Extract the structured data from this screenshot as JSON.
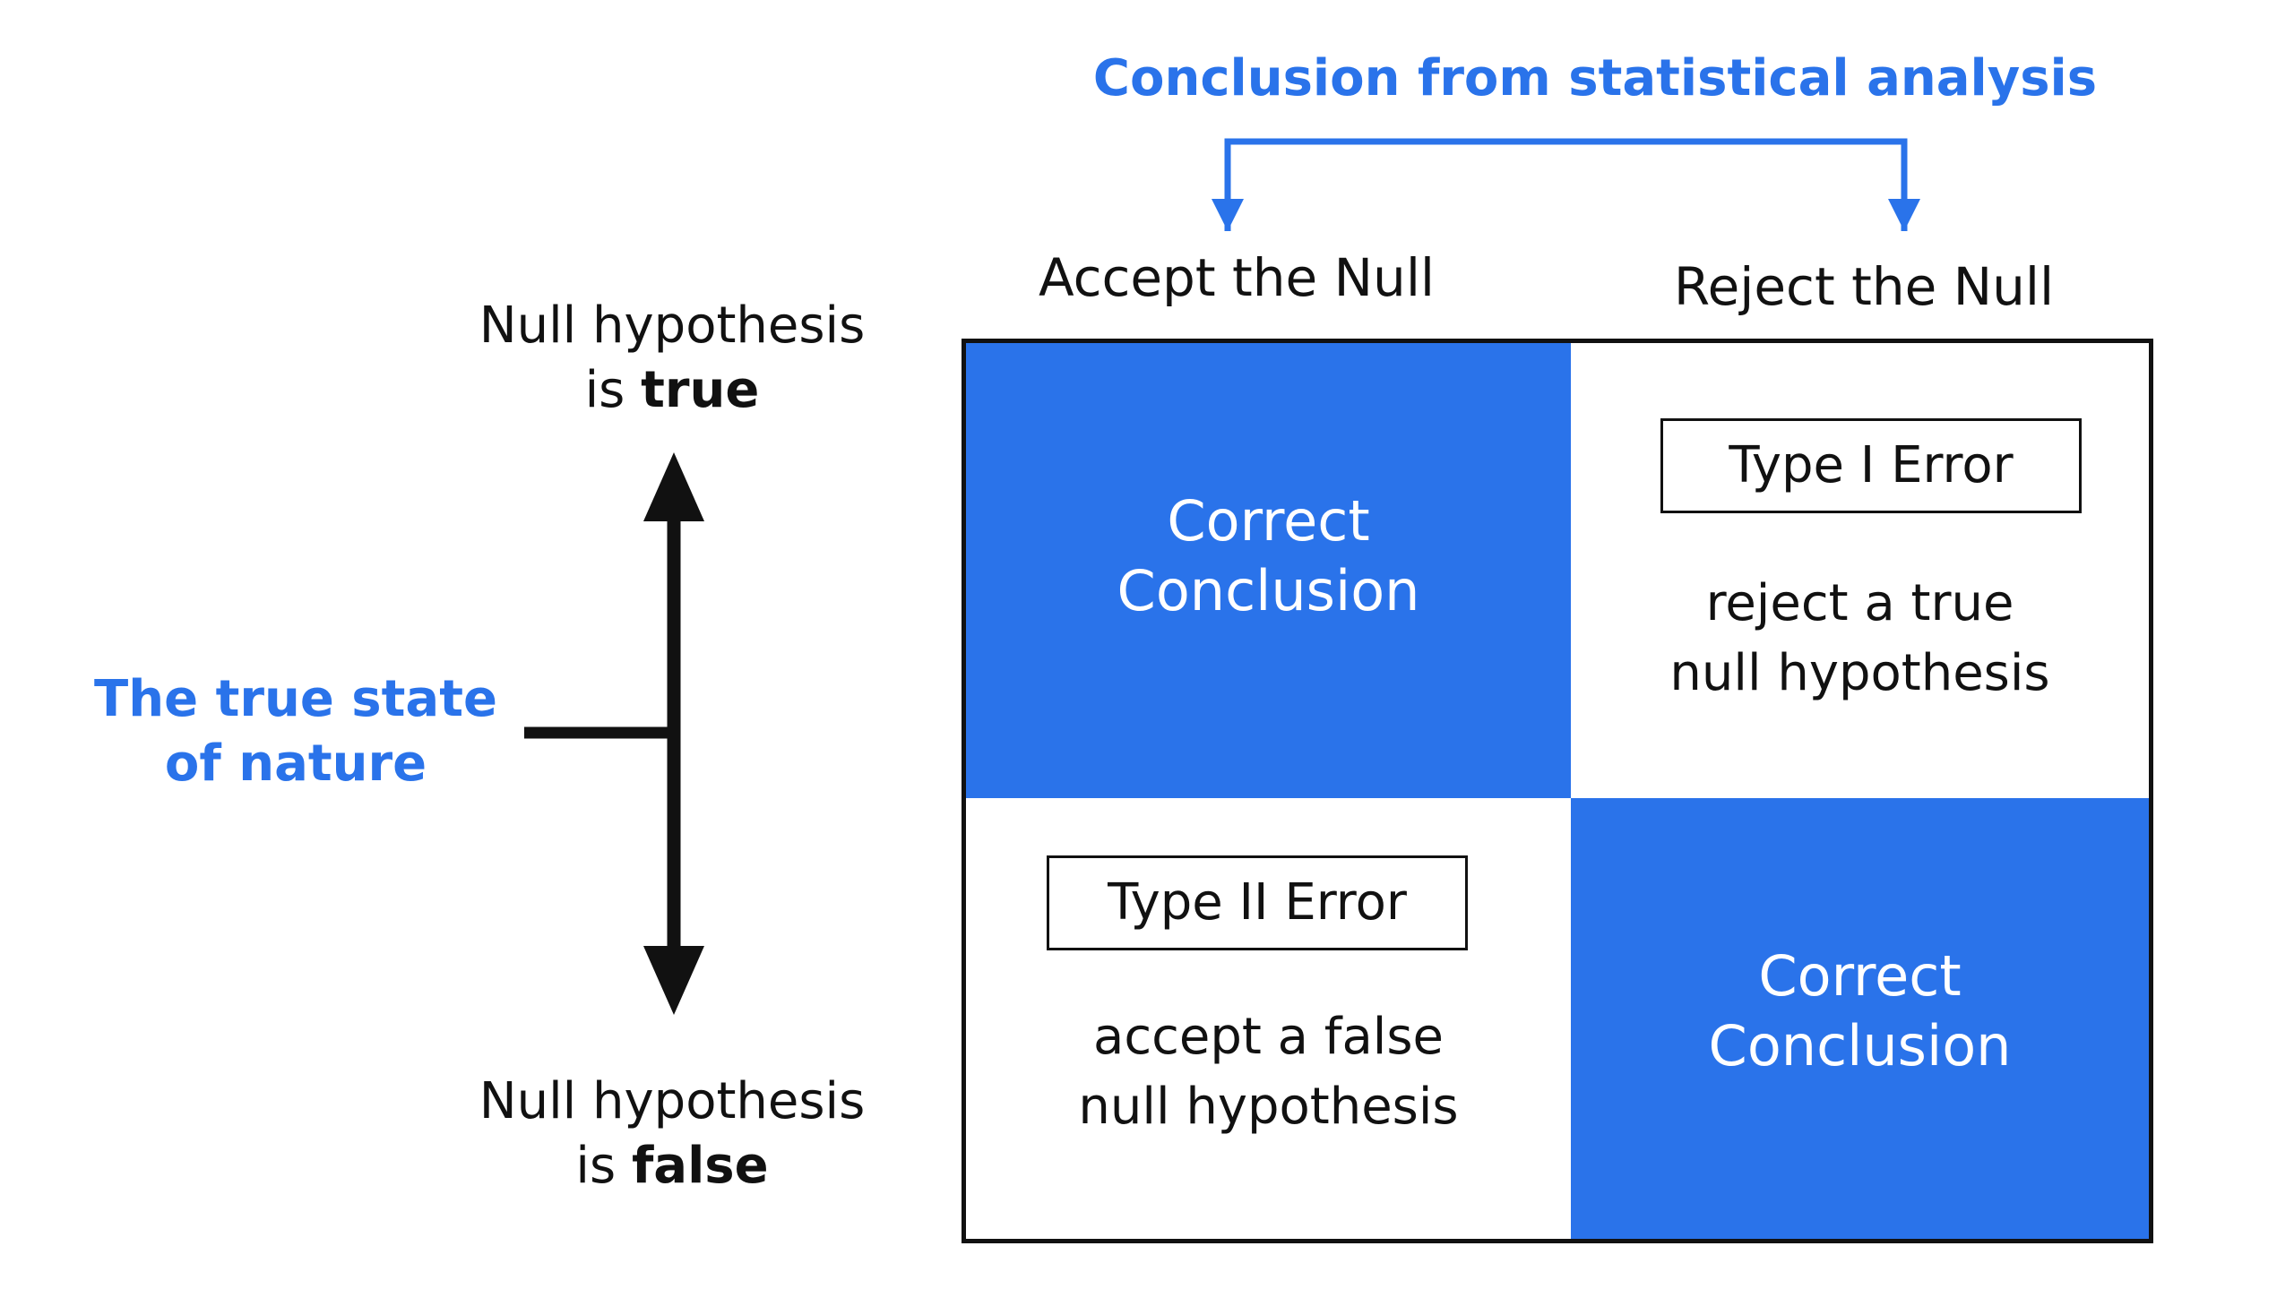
{
  "header": {
    "title": "Conclusion from statistical analysis"
  },
  "columns": {
    "accept": "Accept the Null",
    "reject": "Reject the Null"
  },
  "rows": {
    "true_line1": "Null hypothesis",
    "true_prefix": "is ",
    "true_word": "true",
    "false_line1": "Null hypothesis",
    "false_prefix": "is ",
    "false_word": "false"
  },
  "side_label": {
    "line1": "The true state",
    "line2": "of nature"
  },
  "matrix": {
    "top_left": {
      "line1": "Correct",
      "line2": "Conclusion"
    },
    "top_right": {
      "box": "Type I  Error",
      "line1": "reject a true",
      "line2": "null hypothesis"
    },
    "bottom_left": {
      "box": "Type II Error",
      "line1": "accept a false",
      "line2": "null hypothesis"
    },
    "bottom_right": {
      "line1": "Correct",
      "line2": "Conclusion"
    }
  },
  "colors": {
    "accent": "#2a73ea",
    "ink": "#111111",
    "background": "#ffffff"
  },
  "icons": {
    "bracket": "bracket-arrows-icon",
    "vertical": "double-arrow-icon"
  }
}
